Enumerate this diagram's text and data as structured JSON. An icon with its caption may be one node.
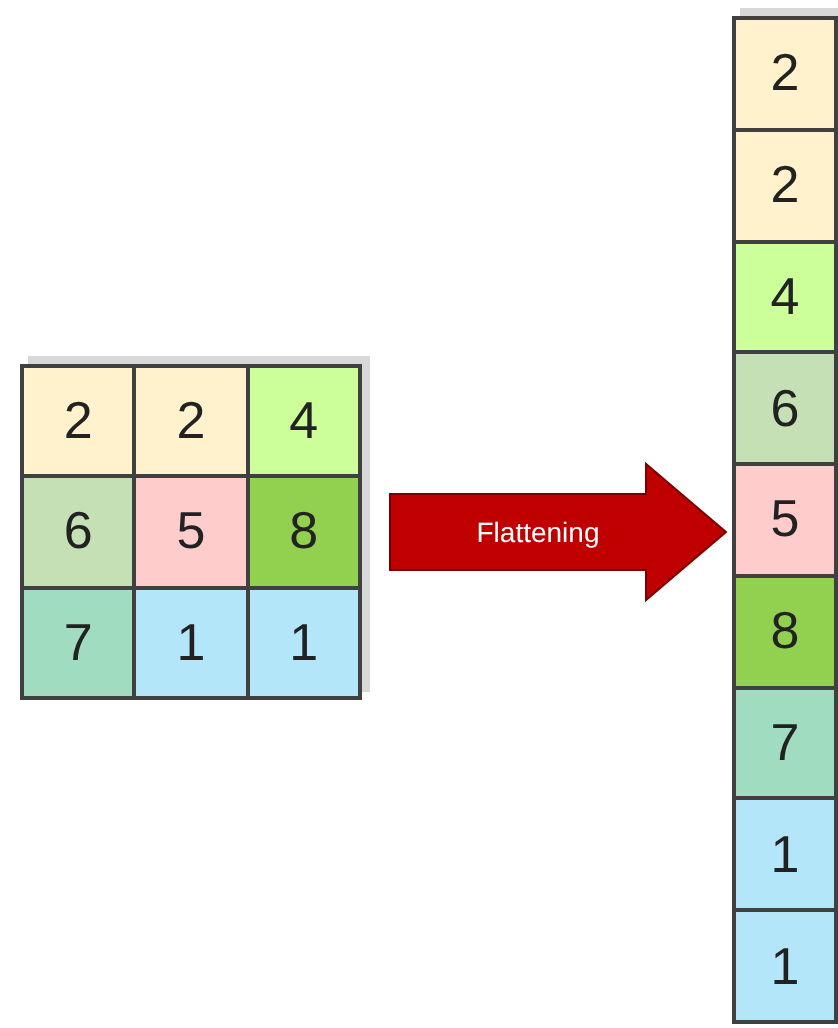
{
  "diagram": {
    "nodes": [
      {
        "text": [],
        "shape": "box"
      },
      {
        "text": [
          "2"
        ],
        "in": 0
      },
      {
        "text": [
          "2"
        ],
        "in": 0
      },
      {
        "text": [
          "4"
        ],
        "in": 0
      },
      {
        "text": [
          "6"
        ],
        "in": 0
      },
      {
        "text": [
          "5"
        ],
        "in": 0
      },
      {
        "text": [
          "8"
        ],
        "in": 0
      },
      {
        "text": [
          "7"
        ],
        "in": 0
      },
      {
        "text": [
          "1"
        ],
        "in": 0
      },
      {
        "text": [
          "1"
        ],
        "in": 0
      },
      {
        "text": [],
        "shape": "box"
      },
      {
        "text": [
          "2"
        ],
        "in": 10
      },
      {
        "text": [
          "2"
        ],
        "in": 10
      },
      {
        "text": [
          "4"
        ],
        "in": 10
      },
      {
        "text": [
          "6"
        ],
        "in": 10
      },
      {
        "text": [
          "5"
        ],
        "in": 10
      },
      {
        "text": [
          "8"
        ],
        "in": 10
      },
      {
        "text": [
          "7"
        ],
        "in": 10
      },
      {
        "text": [
          "1"
        ],
        "in": 10
      },
      {
        "text": [
          "1"
        ],
        "in": 10
      }
    ],
    "edges": [
      {
        "from": 0,
        "to": 10,
        "arrow": "to",
        "label": "Flattening"
      }
    ]
  }
}
